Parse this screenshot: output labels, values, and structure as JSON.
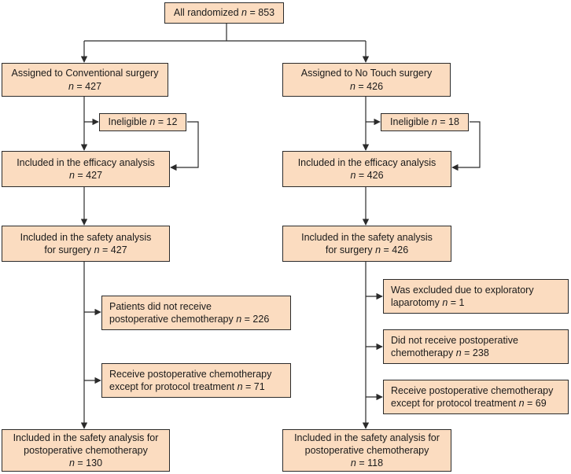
{
  "colors": {
    "box_fill": "#fbdcc0",
    "box_border": "#2b2b2b",
    "line": "#2b2b2b"
  },
  "n_symbol": "n",
  "top": {
    "label": "All randomized",
    "value": "= 853"
  },
  "left": {
    "assigned": {
      "line1": "Assigned to Conventional surgery",
      "value": "= 427"
    },
    "ineligible": {
      "label": "Ineligible",
      "value": "= 12"
    },
    "efficacy": {
      "line1": "Included in the efficacy analysis",
      "value": "= 427"
    },
    "safety_surgery": {
      "line1": "Included in the safety analysis",
      "line2": "for surgery",
      "value": "= 427"
    },
    "no_chemo": {
      "line1": "Patients did not receive",
      "line2": "postoperative chemotherapy",
      "value": "= 226"
    },
    "other_chemo": {
      "line1": "Receive postoperative chemotherapy",
      "line2": "except for protocol treatment",
      "value": "= 71"
    },
    "safety_chemo": {
      "line1": "Included in the safety analysis for",
      "line2": "postoperative chemotherapy",
      "value": "= 130"
    }
  },
  "right": {
    "assigned": {
      "line1": "Assigned to No Touch surgery",
      "value": "= 426"
    },
    "ineligible": {
      "label": "Ineligible",
      "value": "= 18"
    },
    "efficacy": {
      "line1": "Included in the efficacy analysis",
      "value": "= 426"
    },
    "safety_surgery": {
      "line1": "Included in the safety analysis",
      "line2": "for surgery",
      "value": "= 426"
    },
    "excluded": {
      "line1": "Was excluded due to exploratory",
      "line2": "laparotomy",
      "value": "= 1"
    },
    "no_chemo": {
      "line1": "Did not receive postoperative",
      "line2": "chemotherapy",
      "value": "= 238"
    },
    "other_chemo": {
      "line1": "Receive postoperative chemotherapy",
      "line2": "except for protocol treatment",
      "value": "= 69"
    },
    "safety_chemo": {
      "line1": "Included in the safety analysis for",
      "line2": "postoperative chemotherapy",
      "value": "= 118"
    }
  }
}
